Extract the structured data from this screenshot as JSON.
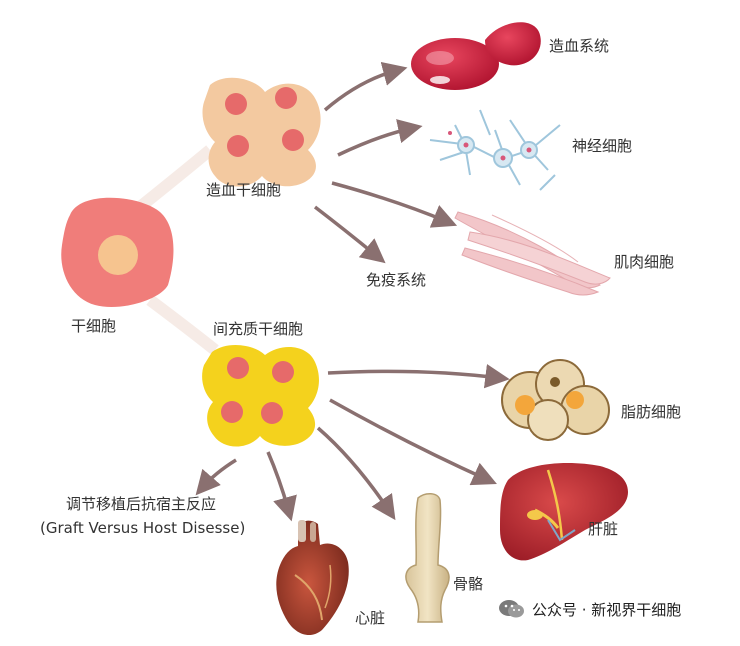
{
  "nodes": {
    "stem_cell": "干细胞",
    "hematopoietic": "造血干细胞",
    "mesenchymal": "间充质干细胞"
  },
  "outcomes": {
    "hematopoietic_system": "造血系统",
    "nerve_cell": "神经细胞",
    "muscle_cell": "肌肉细胞",
    "immune_system": "免疫系统",
    "adipocyte": "脂肪细胞",
    "liver": "肝脏",
    "bone": "骨骼",
    "heart": "心脏",
    "gvhd_zh": "调节移植后抗宿主反应",
    "gvhd_en": "(Graft Versus Host Disesse)"
  },
  "watermark": {
    "text": "公众号 · 新视界干细胞",
    "icon": "wechat-icon"
  },
  "colors": {
    "arrow": "#8a7070",
    "hematopoietic_cell": "#f3c9a0",
    "mesenchymal_cell": "#f4d21d",
    "nucleus": "#e66a6a",
    "stem_cell": "#f07d7a",
    "stem_nucleus": "#f6c48f"
  }
}
